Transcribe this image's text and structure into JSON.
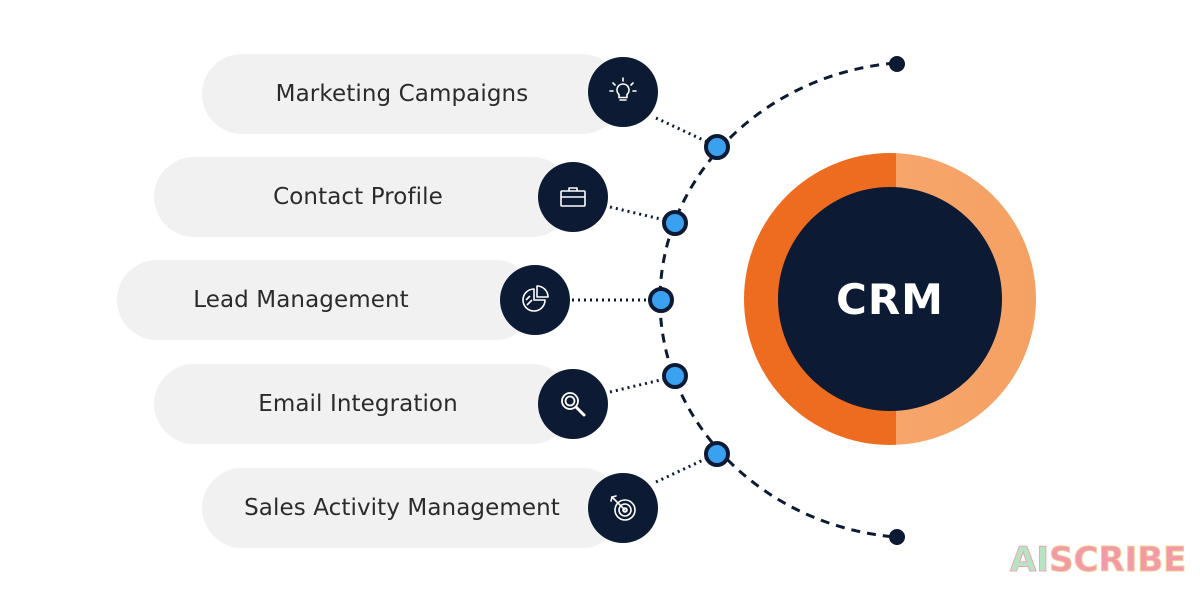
{
  "center": {
    "label": "CRM"
  },
  "items": [
    {
      "label": "Marketing Campaigns",
      "icon": "lightbulb-icon"
    },
    {
      "label": "Contact Profile",
      "icon": "briefcase-icon"
    },
    {
      "label": "Lead Management",
      "icon": "pie-chart-icon"
    },
    {
      "label": "Email Integration",
      "icon": "magnifier-icon"
    },
    {
      "label": "Sales Activity Management",
      "icon": "target-icon"
    }
  ],
  "colors": {
    "navy": "#0c1b33",
    "orange": "#ee6c1f",
    "orange_light": "#f7a56b",
    "node_blue": "#3aa0f0",
    "pill_bg": "#f1f1f1"
  },
  "watermark": {
    "text_left": "AI",
    "text_right": "SCRIBE"
  }
}
